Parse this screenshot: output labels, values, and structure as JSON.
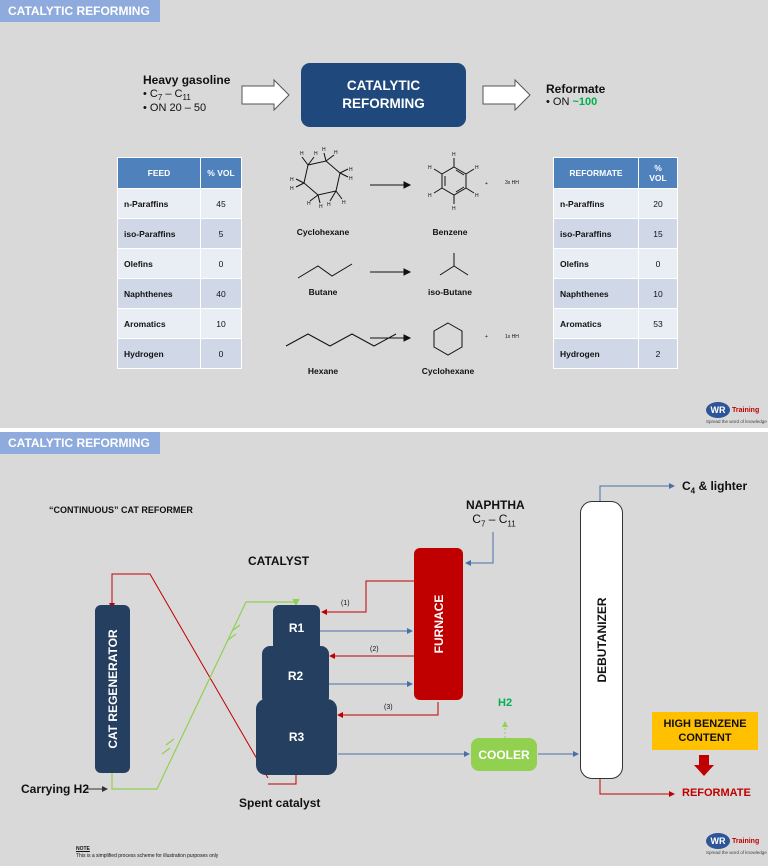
{
  "banners": {
    "top": "CATALYTIC REFORMING",
    "bottom": "CATALYTIC REFORMING"
  },
  "overview": {
    "feed_title": "Heavy gasoline",
    "feed_bullets": [
      "• C7 – C11",
      "• ON 20 – 50"
    ],
    "process_box": [
      "CATALYTIC",
      "REFORMING"
    ],
    "product_title": "Reformate",
    "product_bullet_prefix": "• ON ",
    "product_bullet_value": "~100"
  },
  "feed_table": {
    "headers": [
      "FEED",
      "% VOL"
    ],
    "rows": [
      [
        "n-Paraffins",
        "45"
      ],
      [
        "iso-Paraffins",
        "5"
      ],
      [
        "Olefins",
        "0"
      ],
      [
        "Naphthenes",
        "40"
      ],
      [
        "Aromatics",
        "10"
      ],
      [
        "Hydrogen",
        "0"
      ]
    ]
  },
  "reformate_table": {
    "headers": [
      "REFORMATE",
      "% VOL"
    ],
    "rows": [
      [
        "n-Paraffins",
        "20"
      ],
      [
        "iso-Paraffins",
        "15"
      ],
      [
        "Olefins",
        "0"
      ],
      [
        "Naphthenes",
        "10"
      ],
      [
        "Aromatics",
        "53"
      ],
      [
        "Hydrogen",
        "2"
      ]
    ]
  },
  "reactions": {
    "r1_from": "Cyclohexane",
    "r1_to": "Benzene",
    "r1_extra": "3x HH",
    "r2_from": "Butane",
    "r2_to": "iso-Butane",
    "r3_from": "Hexane",
    "r3_to": "Cyclohexane",
    "r3_extra": "1x HH"
  },
  "logo": {
    "mark": "WR",
    "word": "Training",
    "tagline": "Spread the word of knowledge"
  },
  "scheme": {
    "title": "“CONTINUOUS” CAT REFORMER",
    "naphtha": "NAPHTHA",
    "naphtha_range": "C7 – C11",
    "catalyst": "CATALYST",
    "regenerator": "CAT REGENERATOR",
    "r1": "R1",
    "r2": "R2",
    "r3": "R3",
    "furnace": "FURNACE",
    "debutanizer": "DEBUTANIZER",
    "cooler": "COOLER",
    "h2": "H2",
    "c4": "C4 & lighter",
    "high_benzene": [
      "HIGH BENZENE",
      "CONTENT"
    ],
    "reformate": "REFORMATE",
    "carrying_h2": "Carrying H2",
    "spent_catalyst": "Spent catalyst",
    "passes": [
      "(1)",
      "(2)",
      "(3)"
    ],
    "note_title": "NOTE",
    "note_text": "This is a simplified process scheme for illustration purposes only"
  },
  "colors": {
    "banner": "#8faadc",
    "process": "#1f497d",
    "reactor": "#243f60",
    "furnace": "#c00000",
    "cooler": "#92d050",
    "highlight": "#ffc000",
    "green_text": "#00b050",
    "red_line": "#c00000",
    "blue_line": "#4a6fa5",
    "green_line": "#92d050"
  }
}
